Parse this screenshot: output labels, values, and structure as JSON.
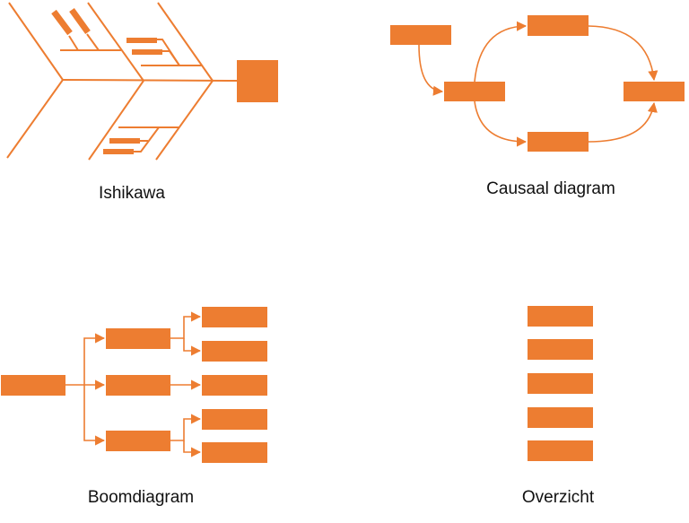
{
  "accent_color": "#ED7D31",
  "labels": {
    "ishikawa": "Ishikawa",
    "causal": "Causaal diagram",
    "tree": "Boomdiagram",
    "overview": "Overzicht"
  }
}
